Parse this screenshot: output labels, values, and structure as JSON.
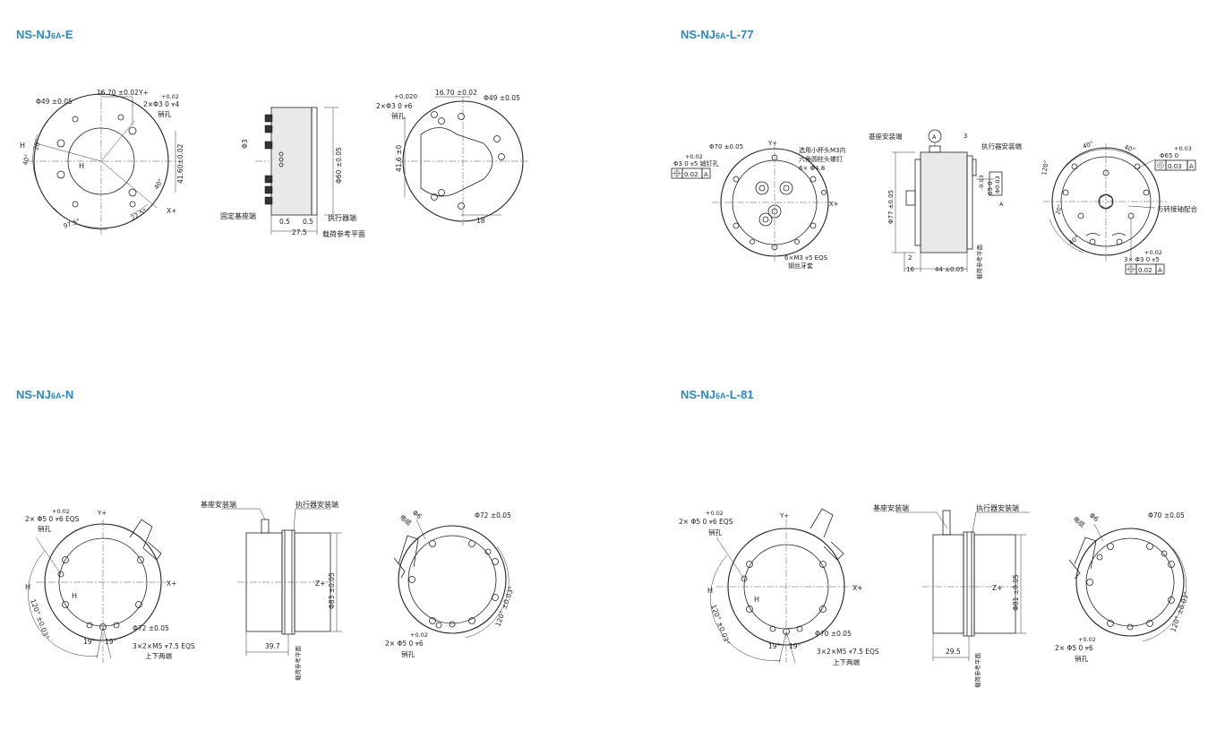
{
  "panels": {
    "e": {
      "title": "NS-NJ",
      "title_sub": "6A",
      "title_suffix": "-E",
      "dims": {
        "d1": "16.70 ±0.02",
        "d2": "Y+",
        "d3": "Φ49 ±0.05",
        "d4": "+0.02",
        "d5": "2×Φ3  0   ⩔4",
        "d6": "销孔",
        "d7": "H",
        "d8": "H",
        "d9": "40°",
        "d10": "20°",
        "d11": "40°",
        "d12": "41.60±0.02",
        "d13": "X+",
        "d14": "22.5°",
        "d15": "97.5°",
        "d16": "Φ3",
        "d17": "Φ60 ±0.05",
        "d18": "固定基座端",
        "d19": "执行器端",
        "d20": "0.5",
        "d21": "0.5",
        "d22": "27.5",
        "d23": "载荷参考平面",
        "d24": "+0.020",
        "d25": "2×Φ3  0   ⩔6",
        "d26": "销孔",
        "d27": "16.70 ±0.02",
        "d28": "Φ49 ±0.05",
        "d29": "41.6 ±0",
        "d30": "18"
      }
    },
    "l77": {
      "title": "NS-NJ",
      "title_sub": "6A",
      "title_suffix": "-L-77",
      "dims": {
        "d1": "Φ70 ±0.05",
        "d2": "Y+",
        "d3": "选用小杯头M3内",
        "d4": "六角圆柱头螺钉",
        "d5": "6× Φ4.8",
        "d6": "+0.02",
        "d7": "Φ3  0   ⩔5 销钉孔",
        "d8": "0.02",
        "d9": "A",
        "d10": "X+",
        "d11": "6×M3 ⩔5 EQS",
        "d12": "钢丝牙套",
        "d13": "基座安装端",
        "d14": "A",
        "d15": "3",
        "d16": "执行器安装端",
        "d17": "Φ77 ±0.05",
        "d18": "-0.03",
        "d19": "65  0",
        "d20": "Φ0.03",
        "d21": "A",
        "d22": "2",
        "d23": "16",
        "d24": "44 ±0.05",
        "d25": "载荷参考平面",
        "d26": "40°",
        "d27": "40°",
        "d28": "+0.03",
        "d29": "Φ65  0",
        "d30": "0.03",
        "d31": "A",
        "d32": "120°",
        "d33": "20°",
        "d34": "40°",
        "d35": "与转接轴配合",
        "d36": "+0.02",
        "d37": "3× Φ3  0   ⩔5",
        "d38": "0.02",
        "d39": "A"
      }
    },
    "n": {
      "title": "NS-NJ",
      "title_sub": "6A",
      "title_suffix": "-N",
      "dims": {
        "d1": "+0.02",
        "d2": "2× Φ5  0   ⩔6 EQS",
        "d3": "销孔",
        "d4": "Y+",
        "d5": "H",
        "d6": "H",
        "d7": "X+",
        "d8": "120° ±0.03°",
        "d9": "Φ72 ±0.05",
        "d10": "19°",
        "d11": "19°",
        "d12": "3×2×M5 ⩔7.5 EQS",
        "d13": "上下两端",
        "d14": "基座安装端",
        "d15": "执行器安装端",
        "d16": "Z+",
        "d17": "Φ83 ±0.05",
        "d18": "39.7",
        "d19": "载荷参考平面",
        "d20": "Φ6",
        "d21": "电缆",
        "d22": "Φ72 ±0.05",
        "d23": "120° ±0.03°",
        "d24": "+0.02",
        "d25": "2× Φ5  0   ⩔6",
        "d26": "销孔"
      }
    },
    "l81": {
      "title": "NS-NJ",
      "title_sub": "6A",
      "title_suffix": "-L-81",
      "dims": {
        "d1": "+0.02",
        "d2": "2× Φ5  0   ⩔6 EQS",
        "d3": "销孔",
        "d4": "Y+",
        "d5": "H",
        "d6": "H",
        "d7": "X+",
        "d8": "120° ±0.03°",
        "d9": "Φ70 ±0.05",
        "d10": "19°",
        "d11": "19°",
        "d12": "3×2×M5 ⩔7.5 EQS",
        "d13": "上下两端",
        "d14": "基座安装端",
        "d15": "执行器安装端",
        "d16": "Z+",
        "d17": "Φ81 ±0.05",
        "d18": "29.5",
        "d19": "载荷参考平面",
        "d20": "Φ6",
        "d21": "电缆",
        "d22": "Φ70 ±0.05",
        "d23": "120° ±0.03°",
        "d24": "+0.02",
        "d25": "2× Φ5  0   ⩔6",
        "d26": "销孔"
      }
    }
  }
}
